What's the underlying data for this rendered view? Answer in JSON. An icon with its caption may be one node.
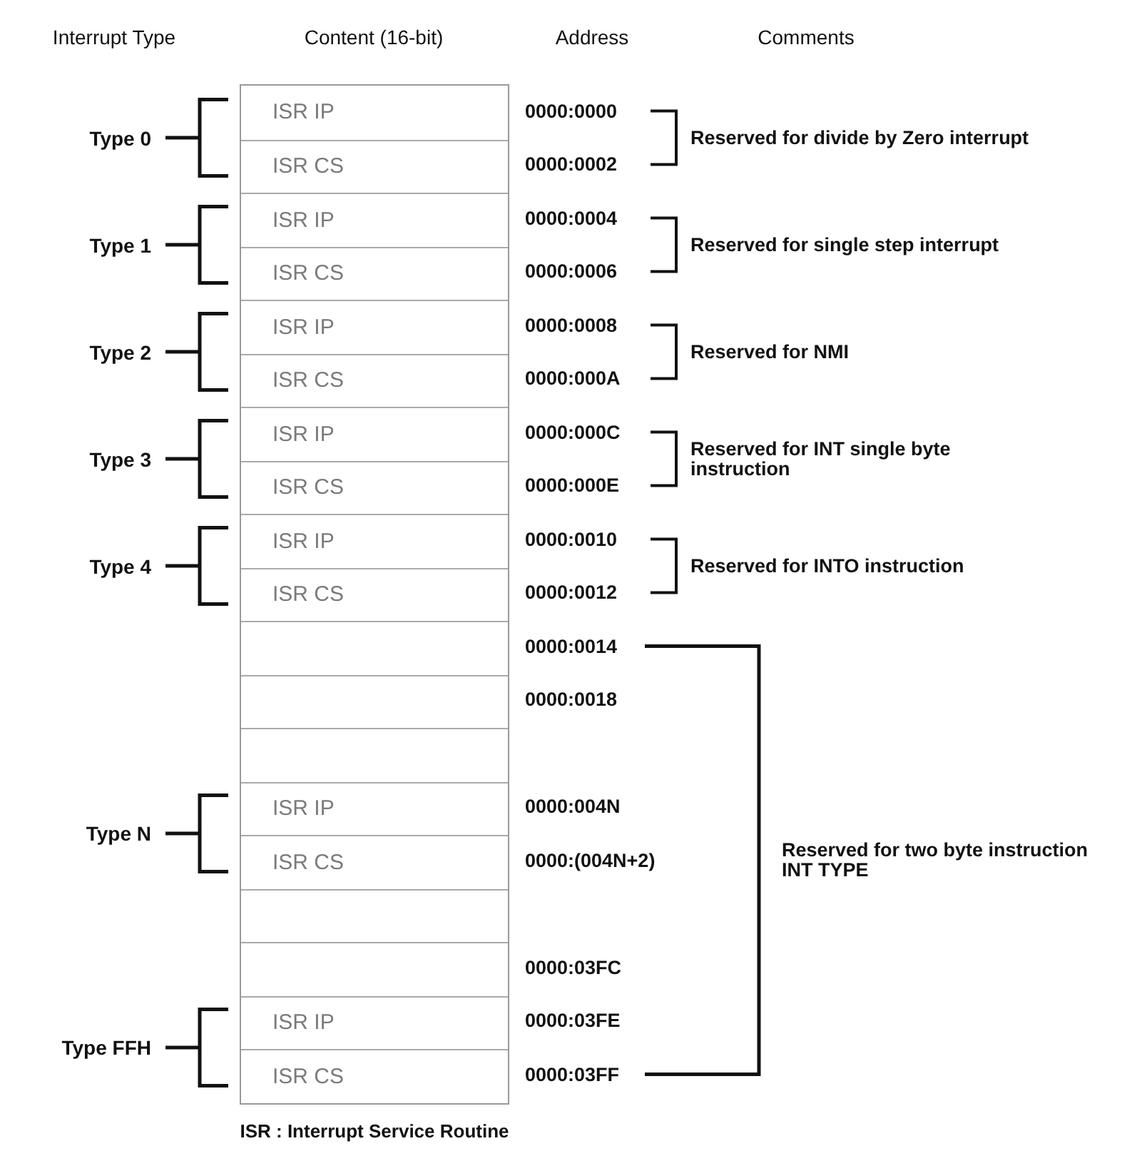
{
  "diagram": {
    "caption": "ISR : Interrupt Service Routine",
    "nodes": [
      {
        "text": [],
        "shape": "box"
      },
      {
        "text": [
          "ISR IP"
        ],
        "in": 0
      },
      {
        "text": [
          "ISR CS"
        ],
        "in": 0
      },
      {
        "text": [
          "ISR IP"
        ],
        "in": 0
      },
      {
        "text": [
          "ISR CS"
        ],
        "in": 0
      },
      {
        "text": [
          "ISR IP"
        ],
        "in": 0
      },
      {
        "text": [
          "ISR CS"
        ],
        "in": 0
      },
      {
        "text": [
          "ISR IP"
        ],
        "in": 0
      },
      {
        "text": [
          "ISR CS"
        ],
        "in": 0
      },
      {
        "text": [
          "ISR IP"
        ],
        "in": 0
      },
      {
        "text": [
          "ISR CS"
        ],
        "in": 0
      },
      {
        "text": [],
        "shape": "box",
        "in": 0
      },
      {
        "text": [],
        "shape": "box",
        "in": 0
      },
      {
        "text": [],
        "shape": "box",
        "in": 0
      },
      {
        "text": [
          "ISR IP"
        ],
        "in": 0
      },
      {
        "text": [
          "ISR CS"
        ],
        "in": 0
      },
      {
        "text": [],
        "shape": "box",
        "in": 0
      },
      {
        "text": [],
        "shape": "box",
        "in": 0
      },
      {
        "text": [
          "ISR IP"
        ],
        "in": 0
      },
      {
        "text": [
          "ISR CS"
        ],
        "in": 0
      }
    ],
    "labels": [
      "Interrupt Type",
      "Content (16-bit)",
      "Address",
      "Comments",
      "Type 0",
      "0000:0000",
      "Reserved for divide by Zero interrupt",
      "0000:0002",
      "Type 1",
      "0000:0004",
      "Reserved for single step interrupt",
      "0000:0006",
      "Type 2",
      "0000:0008",
      "Reserved for NMI",
      "0000:000A",
      "Type 3",
      "0000:000C",
      "Reserved for INT single byte instruction",
      "0000:000E",
      "Type 4",
      "0000:0010",
      "Reserved for INTO instruction",
      "0000:0012",
      "0000:0014",
      "0000:0018",
      "Type N",
      "0000:004N",
      "Reserved for two byte instruction INT TYPE",
      "0000:(004N+2)",
      "0000:03FC",
      "Type FFH",
      "0000:03FE",
      "0000:03FF"
    ]
  }
}
